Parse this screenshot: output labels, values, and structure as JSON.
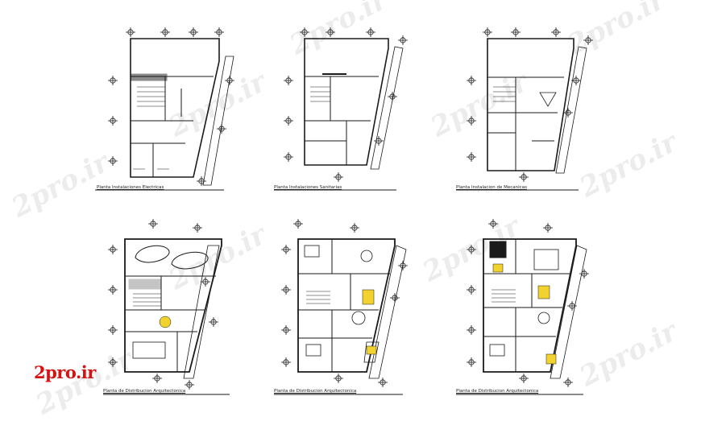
{
  "watermark": "2pro.ir",
  "logo": {
    "text": "2pro.ir",
    "color": "#d41414"
  },
  "plans": [
    {
      "id": "top-1",
      "caption": "Planta Instalaciones Electricas"
    },
    {
      "id": "top-2",
      "caption": "Planta Instalaciones Sanitarias"
    },
    {
      "id": "top-3",
      "caption": "Planta Instalacion de Mecanicas"
    },
    {
      "id": "bottom-1",
      "caption": "Planta de Distribucion Arquitectonica"
    },
    {
      "id": "bottom-2",
      "caption": "Planta de Distribucion Arquitectonica"
    },
    {
      "id": "bottom-3",
      "caption": "Planta de Distribucion Arquitectonica"
    }
  ],
  "colors": {
    "line": "#1a1a1a",
    "accent": "#f2d22e",
    "logo": "#d41414"
  }
}
